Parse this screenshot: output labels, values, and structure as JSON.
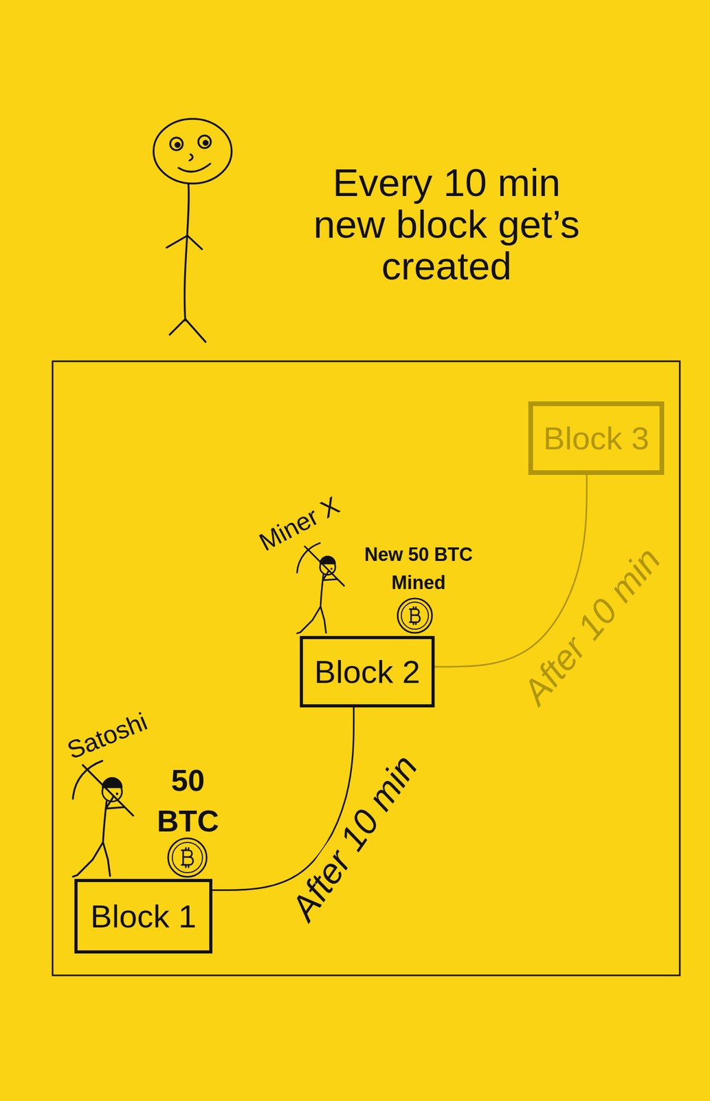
{
  "diagram": {
    "title": "Every 10 min new block get’s created",
    "nodes": [
      {
        "text": [
          "Block 1"
        ]
      },
      {
        "text": [
          "Block 2"
        ]
      },
      {
        "text": [
          "Block 3"
        ]
      }
    ],
    "edges": [
      {
        "from": 0,
        "to": 1,
        "arrow": "none",
        "label": "After 10 min"
      },
      {
        "from": 1,
        "to": 2,
        "arrow": "none",
        "label": "After 10 min"
      }
    ],
    "labels": [
      "Miner X",
      "New 50 BTC Mined",
      "Satoshi",
      "50 BTC"
    ]
  }
}
